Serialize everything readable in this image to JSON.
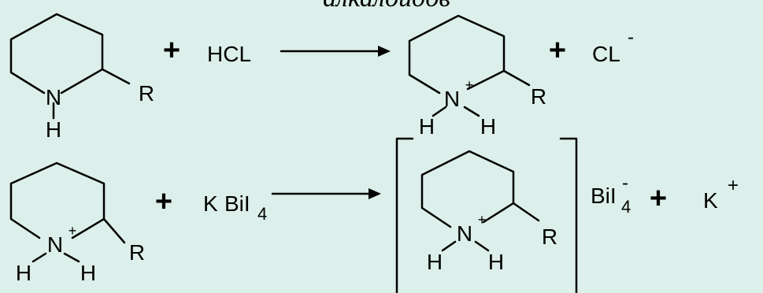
{
  "header": {
    "title_fragment": "алкалоидов"
  },
  "reaction1": {
    "plus1": "+",
    "reagent": "HCL",
    "plus2": "+",
    "product_ion": "CL",
    "product_ion_charge": "-",
    "reactant_atoms": {
      "n": "N",
      "h": "H",
      "r": "R"
    },
    "product_atoms": {
      "n": "N",
      "charge": "+",
      "h_left": "H",
      "h_right": "H",
      "r": "R"
    }
  },
  "reaction2": {
    "plus1": "+",
    "reagent_k": "K",
    "reagent_bil": "BiI",
    "reagent_sub": "4",
    "counter_ion": "BiI",
    "counter_ion_sub": "4",
    "counter_ion_charge": "-",
    "plus2": "+",
    "k_ion": "K",
    "k_ion_charge": "+",
    "reactant_atoms": {
      "n": "N",
      "charge": "+",
      "h_left": "H",
      "h_right": "H",
      "r": "R"
    },
    "product_atoms": {
      "n": "N",
      "charge": "+",
      "h_left": "H",
      "h_right": "H",
      "r": "R"
    }
  }
}
